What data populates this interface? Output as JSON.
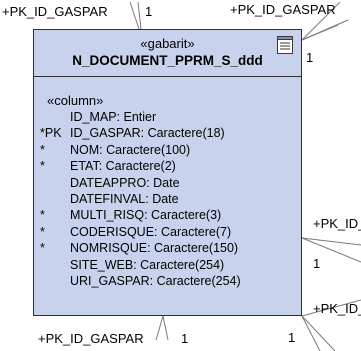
{
  "labels": {
    "top_left_role": "+PK_ID_GASPAR",
    "top_left_mult": "1",
    "top_right_role": "+PK_ID_GASPAR",
    "right_top_mult": "1",
    "right_mid_role": "+PK_ID_",
    "right_mid_mult": "1",
    "right_low_role": "+PK_ID_",
    "bottom_left_role": "+PK_ID_GASPAR",
    "bottom_left_mult": "1",
    "bottom_right_mult": "1"
  },
  "entity": {
    "stereotype": "«gabarit»",
    "name": "N_DOCUMENT_PPRM_S_ddd",
    "icon": "document-icon",
    "section": "«column»",
    "attributes": [
      {
        "marker": "",
        "text": "ID_MAP: Entier"
      },
      {
        "marker": "*PK",
        "text": "ID_GASPAR: Caractere(18)"
      },
      {
        "marker": "*",
        "text": "NOM: Caractere(100)"
      },
      {
        "marker": "*",
        "text": "ETAT: Caractere(2)"
      },
      {
        "marker": "",
        "text": "DATEAPPRO: Date"
      },
      {
        "marker": "",
        "text": "DATEFINVAL: Date"
      },
      {
        "marker": "*",
        "text": "MULTI_RISQ: Caractere(3)"
      },
      {
        "marker": "*",
        "text": "CODERISQUE: Caractere(7)"
      },
      {
        "marker": "*",
        "text": "NOMRISQUE: Caractere(150)"
      },
      {
        "marker": "",
        "text": "SITE_WEB: Caractere(254)"
      },
      {
        "marker": "",
        "text": "URI_GASPAR: Caractere(254)"
      }
    ]
  },
  "colors": {
    "entity_fill": "#c8d2ec",
    "border": "#2e2e2e",
    "connector": "#7a7a7a"
  }
}
